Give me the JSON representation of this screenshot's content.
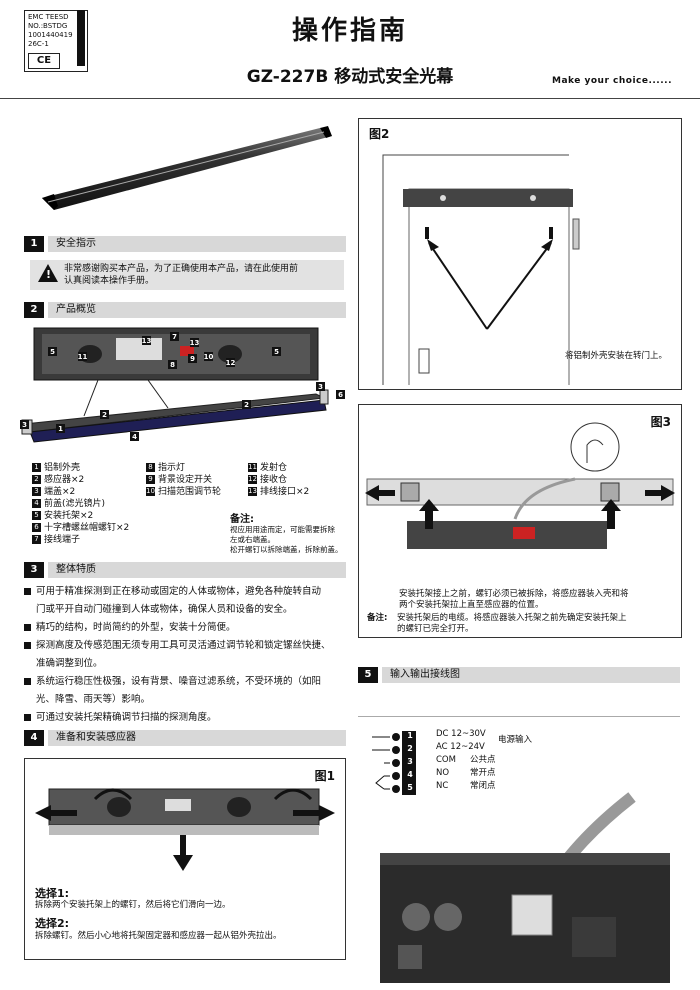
{
  "product_label": {
    "lines": [
      "EMC TEESD",
      "NO.:BSTDG",
      "1001440419",
      "26C-1"
    ],
    "ce_mark": "CE"
  },
  "header": {
    "title": "操作指南",
    "subtitle": "GZ-227B 移动式安全光幕",
    "slogan": "Make  your choice......"
  },
  "sections": {
    "s1": {
      "num": "1",
      "title": "安全指示"
    },
    "s2": {
      "num": "2",
      "title": "产品概览"
    },
    "s3": {
      "num": "3",
      "title": "整体特质"
    },
    "s4": {
      "num": "4",
      "title": "准备和安装感应器"
    },
    "s5": {
      "num": "5",
      "title": "输入输出接线图"
    }
  },
  "warning": {
    "line1": "非常感谢购买本产品，为了正确使用本产品，请在此使用前",
    "line2": "认真阅读本操作手册。"
  },
  "overview_callouts": [
    "5",
    "11",
    "13",
    "7",
    "13",
    "8",
    "9",
    "10",
    "12",
    "5",
    "2",
    "2",
    "3",
    "6",
    "3",
    "1",
    "4"
  ],
  "parts_left": [
    {
      "n": "1",
      "t": "铝制外壳"
    },
    {
      "n": "2",
      "t": "感应器×2"
    },
    {
      "n": "3",
      "t": "端盖×2"
    },
    {
      "n": "4",
      "t": "前盖(滤光镜片)"
    },
    {
      "n": "5",
      "t": "安装托架×2"
    },
    {
      "n": "6",
      "t": "十字槽螺丝帽螺钉×2"
    },
    {
      "n": "7",
      "t": "接线端子"
    }
  ],
  "parts_mid": [
    {
      "n": "8",
      "t": "指示灯"
    },
    {
      "n": "9",
      "t": "背景设定开关"
    },
    {
      "n": "10",
      "t": "扫描范围调节轮"
    }
  ],
  "parts_right": [
    {
      "n": "11",
      "t": "发射仓"
    },
    {
      "n": "12",
      "t": "接收仓"
    },
    {
      "n": "13",
      "t": "排线接口×2"
    }
  ],
  "remark": {
    "title": "备注:",
    "lines": [
      "视应用用途而定，可能需要拆除",
      "左或右端盖。",
      "松开螺钉以拆除端盖，拆除前盖。"
    ]
  },
  "features": [
    "可用于精准探测到正在移动或固定的人体或物体，避免各种旋转自动",
    "门或平开自动门碰撞到人体或物体，确保人员和设备的安全。",
    "精巧的结构，时尚简约的外型，安装十分简便。",
    "探测高度及传感范围无须专用工具可灵活通过调节轮和锁定镙丝快捷、",
    "准确调整到位。",
    "系统运行稳压性极强，设有背景、噪音过滤系统，不受环境的（如阳",
    "光、降雪、雨天等）影响。",
    "可通过安装托架精确调节扫描的探测角度。"
  ],
  "feature_bullets": [
    true,
    false,
    true,
    true,
    false,
    true,
    false,
    true
  ],
  "fig1": {
    "label": "图1",
    "choice1_title": "选择1:",
    "choice1_text": "拆除两个安装托架上的螺钉，然后将它们滑向一边。",
    "choice2_title": "选择2:",
    "choice2_text": "拆除螺钉。然后小心地将托架固定器和感应器一起从铝外壳拉出。"
  },
  "fig2": {
    "label": "图2",
    "caption": "将铝制外壳安装在转门上。"
  },
  "fig3": {
    "label": "图3",
    "text1": "安装托架接上之前，螺钉必须已被拆除，将感应器装入壳和将",
    "text2": "两个安装托架拉上直至感应器的位置。",
    "note_title": "备注:",
    "note1": "安装托架后的电缆。将感应器装入托架之前先确定安装托架上",
    "note2": "的螺钉已完全打开。"
  },
  "wiring": {
    "terminals": [
      "1",
      "2",
      "3",
      "4",
      "5"
    ],
    "dc": "DC  12~30V",
    "ac": "AC  12~24V",
    "power": "电源输入",
    "com": "COM",
    "com_cn": "公共点",
    "no": "NO",
    "no_cn": "常开点",
    "nc": "NC",
    "nc_cn": "常闭点"
  },
  "colors": {
    "section_num_bg": "#111111",
    "section_bar": "#d8d8d8",
    "warn_bg": "#e2e2e2",
    "housing": "#2a2a2a"
  }
}
